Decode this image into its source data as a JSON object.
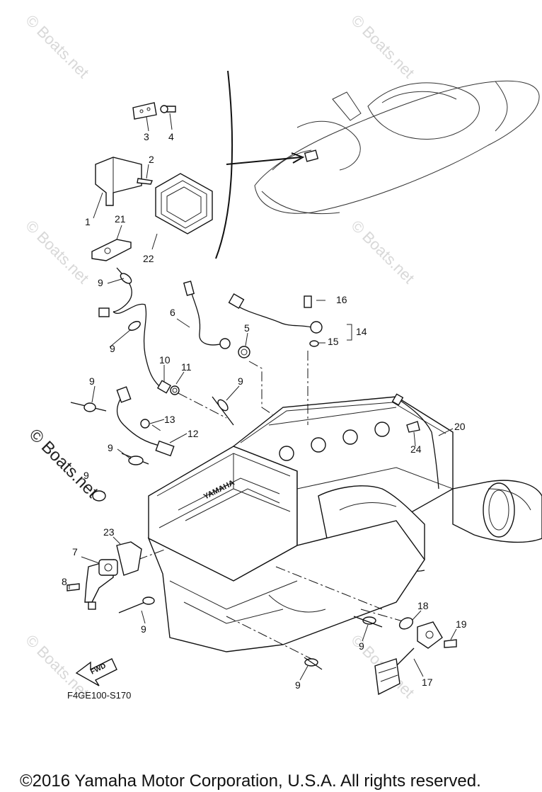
{
  "watermark": "© Boats.net",
  "diagram_code": "F4GE100-S170",
  "direction_arrow": "FWD",
  "copyright": "©2016 Yamaha Motor Corporation, U.S.A. All rights reserved.",
  "engine_brand": "YAMAHA",
  "callouts": [
    "1",
    "2",
    "3",
    "4",
    "5",
    "6",
    "7",
    "8",
    "9",
    "10",
    "11",
    "12",
    "13",
    "14",
    "15",
    "16",
    "17",
    "18",
    "19",
    "20",
    "21",
    "22",
    "23",
    "24"
  ]
}
